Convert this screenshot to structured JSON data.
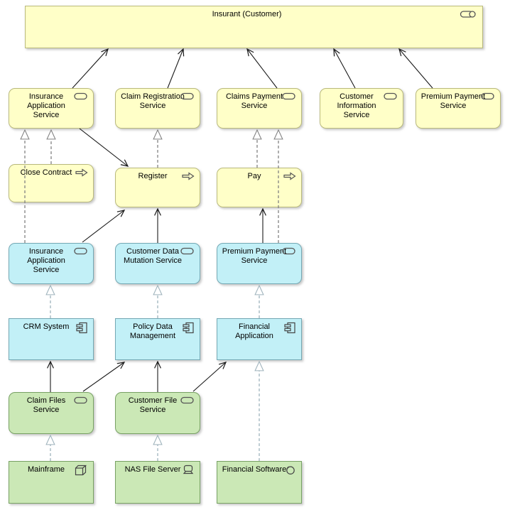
{
  "nodes": {
    "insurant": {
      "label": "Insurant (Customer)"
    },
    "business_services": [
      {
        "label": "Insurance Application Service"
      },
      {
        "label": "Claim Registration Service"
      },
      {
        "label": "Claims Payment Service"
      },
      {
        "label": "Customer Information Service"
      },
      {
        "label": "Premium Payment Service"
      }
    ],
    "processes": [
      {
        "label": "Close Contract"
      },
      {
        "label": "Register"
      },
      {
        "label": "Pay"
      }
    ],
    "app_services": [
      {
        "label": "Insurance Application Service"
      },
      {
        "label": "Customer Data Mutation Service"
      },
      {
        "label": "Premium Payment Service"
      }
    ],
    "app_components": [
      {
        "label": "CRM System"
      },
      {
        "label": "Policy Data Management"
      },
      {
        "label": "Financial Application"
      }
    ],
    "tech_services": [
      {
        "label": "Claim Files Service"
      },
      {
        "label": "Customer File Service"
      }
    ],
    "tech_nodes": [
      {
        "label": "Mainframe"
      },
      {
        "label": "NAS File Server"
      },
      {
        "label": "Financial Software"
      }
    ]
  },
  "colors": {
    "business_fill": "#FFFFC8",
    "business_border": "#B9B97C",
    "application_fill": "#C2F0F7",
    "application_border": "#74A8B4",
    "technology_fill": "#CBE8B6",
    "technology_border": "#78A164",
    "line": "#1a1a1a",
    "dashed_business": "#828282",
    "dashed_lower": "#9FB3BC"
  }
}
